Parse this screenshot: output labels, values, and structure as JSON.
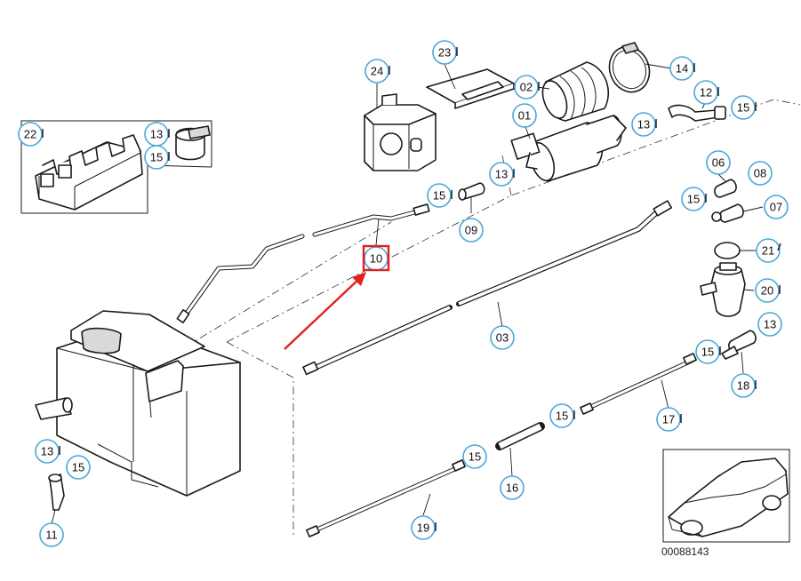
{
  "diagram": {
    "catalog_number": "00088143",
    "highlight_color": "#e02020",
    "callout_ring_color": "#4aa8d8",
    "callouts": [
      {
        "id": "c01",
        "label": "01"
      },
      {
        "id": "c02",
        "label": "02"
      },
      {
        "id": "c03",
        "label": "03"
      },
      {
        "id": "c06",
        "label": "06"
      },
      {
        "id": "c07",
        "label": "07"
      },
      {
        "id": "c08",
        "label": "08"
      },
      {
        "id": "c09",
        "label": "09"
      },
      {
        "id": "c10",
        "label": "10"
      },
      {
        "id": "c11",
        "label": "11"
      },
      {
        "id": "c12",
        "label": "12"
      },
      {
        "id": "c13a",
        "label": "13"
      },
      {
        "id": "c13b",
        "label": "13"
      },
      {
        "id": "c13c",
        "label": "13"
      },
      {
        "id": "c13d",
        "label": "13"
      },
      {
        "id": "c13e",
        "label": "13"
      },
      {
        "id": "c14",
        "label": "14"
      },
      {
        "id": "c15a",
        "label": "15"
      },
      {
        "id": "c15b",
        "label": "15"
      },
      {
        "id": "c15c",
        "label": "15"
      },
      {
        "id": "c15d",
        "label": "15"
      },
      {
        "id": "c15e",
        "label": "15"
      },
      {
        "id": "c15f",
        "label": "15"
      },
      {
        "id": "c15g",
        "label": "15"
      },
      {
        "id": "c15h",
        "label": "15"
      },
      {
        "id": "c16",
        "label": "16"
      },
      {
        "id": "c17",
        "label": "17"
      },
      {
        "id": "c18",
        "label": "18"
      },
      {
        "id": "c19",
        "label": "19"
      },
      {
        "id": "c20",
        "label": "20"
      },
      {
        "id": "c21",
        "label": "21"
      },
      {
        "id": "c22",
        "label": "22"
      },
      {
        "id": "c23",
        "label": "23"
      },
      {
        "id": "c24",
        "label": "24"
      }
    ]
  }
}
